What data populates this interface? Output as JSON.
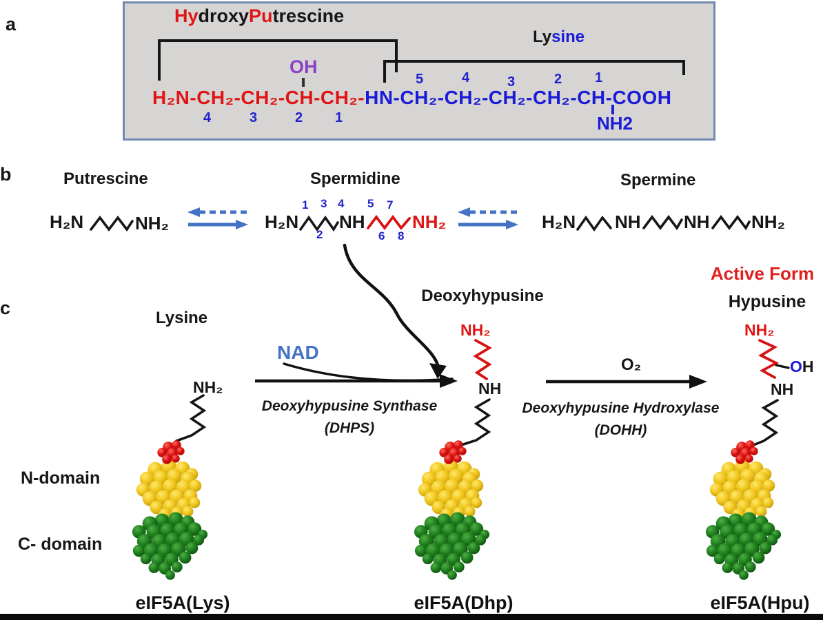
{
  "colors": {
    "formula_red": "#e11414",
    "formula_blue": "#1b1bd8",
    "chain_number_blue": "#2222cc",
    "lysine_number_green": "#22a447",
    "oh_purple": "#8a3fc4",
    "nad_arrow_blue": "#4472c4",
    "active_form_red": "#e02020",
    "box_background": "#d6d5d3",
    "box_border": "#7289b2",
    "protein_red": "#d90f0f",
    "protein_yellow": "#f3cd1e",
    "protein_green": "#1e8c1e"
  },
  "panel_a": {
    "label": "a",
    "title_parts": [
      "Hy",
      "droxy",
      "Pu",
      "trescine"
    ],
    "lysine_title_parts": [
      "Ly",
      "sine"
    ],
    "oh": "OH",
    "formula_red": "H₂N-CH₂-CH₂-CH-CH₂-",
    "formula_blue": "HN-CH₂-CH₂-CH₂-CH₂-CH-COOH",
    "numbers_red_chain": [
      "4",
      "3",
      "2",
      "1"
    ],
    "numbers_green_chain": [
      "5",
      "4",
      "3",
      "2",
      "1"
    ],
    "nh2": "NH2"
  },
  "panel_b": {
    "label": "b",
    "putrescine": {
      "title": "Putrescine",
      "h2n": "H₂N",
      "nh2": "NH₂"
    },
    "spermidine": {
      "title": "Spermidine",
      "h2n": "H₂N",
      "nh": "NH",
      "nh2": "NH₂",
      "numbers_top": [
        "1",
        "3",
        "4",
        "5",
        "7"
      ],
      "numbers_bottom": [
        "2",
        "6",
        "8"
      ]
    },
    "spermine": {
      "title": "Spermine",
      "h2n": "H₂N",
      "nh_a": "NH",
      "nh_b": "NH",
      "nh2": "NH₂"
    }
  },
  "panel_c": {
    "label": "c",
    "substrate_titles": {
      "lysine": "Lysine",
      "deoxyhypusine": "Deoxyhypusine",
      "hypusine": "Hypusine"
    },
    "active_form": "Active Form",
    "nad": "NAD",
    "o2": "O₂",
    "enzyme1_name": "Deoxyhypusine Synthase",
    "enzyme1_abbr": "(DHPS)",
    "enzyme2_name": "Deoxyhypusine Hydroxylase",
    "enzyme2_abbr": "(DOHH)",
    "chain_lys_nh2": "NH₂",
    "chain_dhp_nh2": "NH₂",
    "chain_dhp_nh": "NH",
    "chain_hpu_nh2": "NH₂",
    "chain_hpu_o": "O",
    "chain_hpu_h": "H",
    "chain_hpu_nh": "NH",
    "domain_labels": {
      "n": "N-domain",
      "c": "C- domain"
    },
    "protein_labels": [
      "eIF5A(Lys)",
      "eIF5A(Dhp)",
      "eIF5A(Hpu)"
    ]
  }
}
